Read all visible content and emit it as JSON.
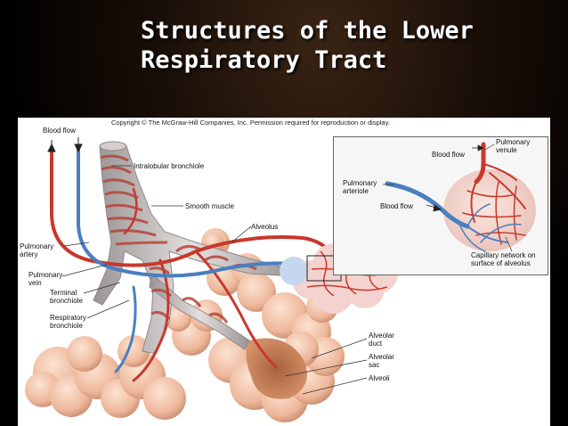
{
  "slide": {
    "title_line1": "Structures of the Lower",
    "title_line2": "Respiratory Tract"
  },
  "figure": {
    "copyright": "Copyright © The McGraw-Hill Companies, Inc. Permission required for reproduction or display.",
    "labels": {
      "blood_flow_left": "Blood flow",
      "intralobular_bronchiole": "Intralobular bronchiole",
      "smooth_muscle": "Smooth muscle",
      "alveolus": "Alveolus",
      "pulmonary_artery_1": "Pulmonary",
      "pulmonary_artery_2": "artery",
      "pulmonary_vein_1": "Pulmonary",
      "pulmonary_vein_2": "vein",
      "terminal_bronchiole_1": "Terminal",
      "terminal_bronchiole_2": "bronchiole",
      "respiratory_bronchiole_1": "Respiratory",
      "respiratory_bronchiole_2": "bronchiole",
      "alveolar_duct_1": "Alveolar",
      "alveolar_duct_2": "duct",
      "alveolar_sac_1": "Alveolar",
      "alveolar_sac_2": "sac",
      "alveoli": "Alveoli"
    },
    "inset_labels": {
      "blood_flow_top": "Blood flow",
      "pulmonary_venule_1": "Pulmonary",
      "pulmonary_venule_2": "venule",
      "pulmonary_arteriole_1": "Pulmonary",
      "pulmonary_arteriole_2": "arteriole",
      "blood_flow_bottom": "Blood flow",
      "capillary_network_1": "Capillary network on",
      "capillary_network_2": "surface of alveolus"
    }
  },
  "colors": {
    "artery": "#c8382c",
    "vein": "#4a7fc1",
    "alveoli": "#f2c2a8",
    "bronchiole": "#c9c4c4",
    "title": "#ffffff"
  }
}
